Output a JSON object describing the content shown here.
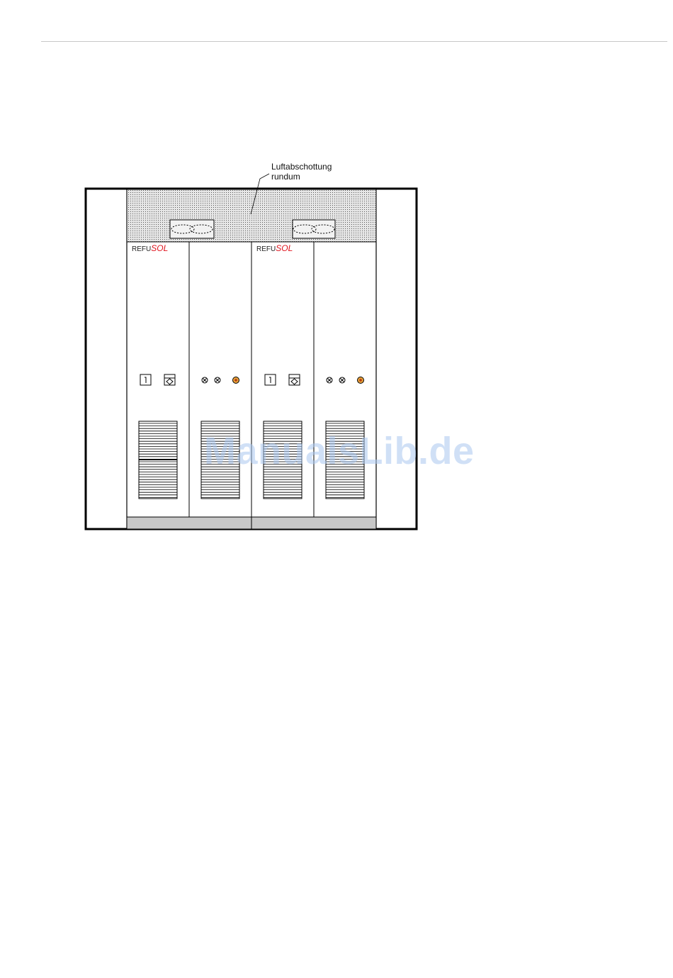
{
  "callout": {
    "line1": "Luftabschottung",
    "line2": "rundum"
  },
  "brand": {
    "part1": "REFU",
    "part2": "SOL"
  },
  "watermark": "ManualsLib.de",
  "colors": {
    "brand_red": "#e0141e",
    "lamp_orange": "#e8a23a",
    "hood_gray": "#d9d9d9",
    "base_gray": "#c8c8c8",
    "watermark_blue": "#aac8f0"
  },
  "icons": [
    "switch-icon",
    "display-icon",
    "indicator-lamp-icon",
    "fan-icon",
    "vent-grille-icon"
  ]
}
